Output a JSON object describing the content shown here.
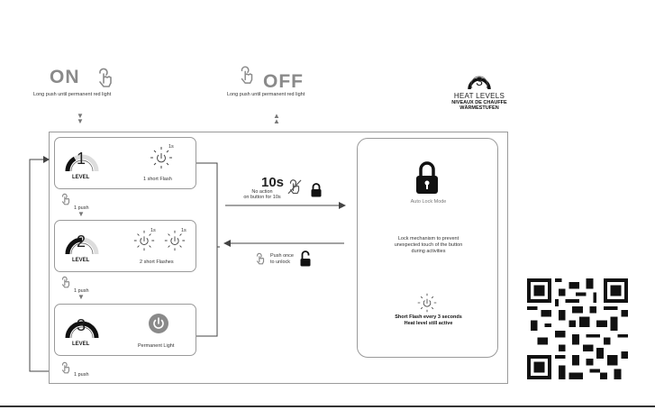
{
  "top": {
    "on": {
      "word": "ON",
      "caption": "Long push until permanent red light"
    },
    "off": {
      "word": "OFF",
      "caption": "Long push until permanent red light"
    },
    "heat": {
      "number": "3",
      "title": "HEAT LEVELS",
      "sub1": "NIVEAUX DE CHAUFFE",
      "sub2": "WÄRMESTUFEN"
    }
  },
  "levels": [
    {
      "number": "1",
      "label": "LEVEL",
      "desc": "1 short Flash",
      "flash_count": 1
    },
    {
      "number": "2",
      "label": "LEVEL",
      "desc": "2 short Flashes",
      "flash_count": 2
    },
    {
      "number": "3",
      "label": "LEVEL",
      "desc": "Permanent Light",
      "flash_count": 0
    }
  ],
  "push_label": "1 push",
  "flash_tag": "1s",
  "lock_flow": {
    "time": "10s",
    "no_action_line1": "No action",
    "no_action_line2": "on button for 10s",
    "unlock_line1": "Push once",
    "unlock_line2": "to unlock"
  },
  "auto_lock": {
    "title": "Auto Lock Mode",
    "desc_line1": "Lock mechanism to prevent",
    "desc_line2": "unexpected touch of the button",
    "desc_line3": "during activities",
    "flash_line1": "Short Flash every 3 seconds",
    "flash_line2": "Heat level still active"
  },
  "colors": {
    "gray_text": "#8a8a8a",
    "frame": "#9a9a9a",
    "ink": "#111111"
  },
  "icons": [
    "hand-press-icon",
    "power-icon",
    "padlock-closed-icon",
    "padlock-open-icon",
    "flash-icon",
    "gauge-icon",
    "qr-code-icon"
  ]
}
